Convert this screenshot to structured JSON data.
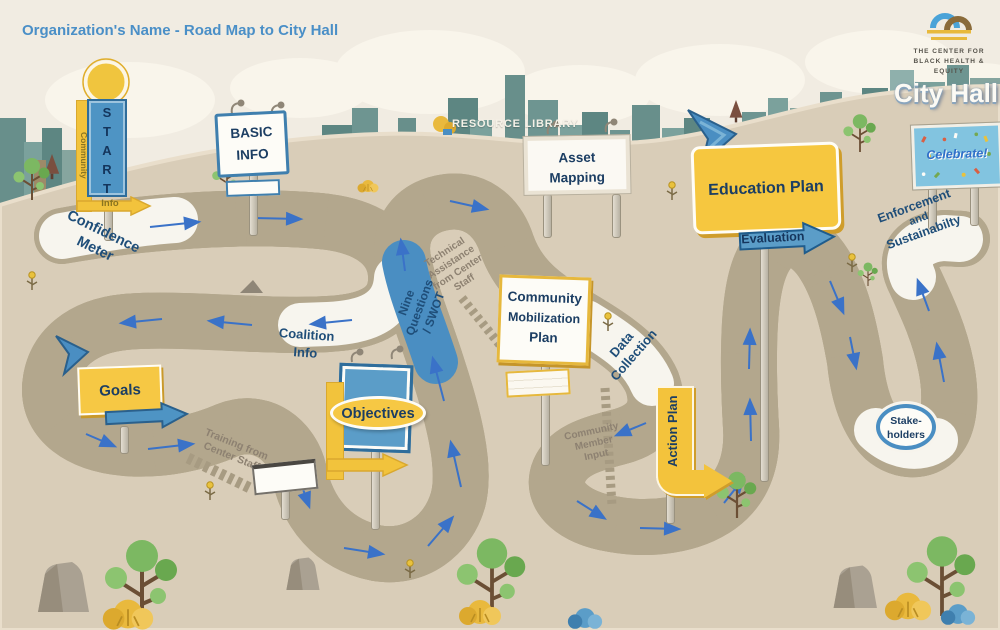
{
  "title": "Organization's Name - Road Map to City Hall",
  "logo": {
    "line1": "THE CENTER FOR",
    "line2": "BLACK HEALTH & EQUITY"
  },
  "scene": {
    "city_hall": "City Hall",
    "resource_library": "RESOURCE LIBRARY",
    "celebrate": "Celebrate!"
  },
  "signs": {
    "start": {
      "label": "START",
      "community": "Community",
      "info": "Info"
    },
    "confidence_meter": {
      "line1": "Confidence",
      "line2": "Meter"
    },
    "basic_info": {
      "line1": "BASIC",
      "line2": "INFO"
    },
    "coalition_info": {
      "line1": "Coalition",
      "line2": "Info"
    },
    "goals": {
      "label": "Goals"
    },
    "objectives": {
      "label": "Objectives"
    },
    "nine_questions": {
      "line1": "Nine",
      "line2": "Questions",
      "line3": "/ SWOT"
    },
    "community_mobilization": {
      "line1": "Community",
      "line2": "Mobilization",
      "line3": "Plan"
    },
    "asset_mapping": {
      "line1": "Asset",
      "line2": "Mapping"
    },
    "data_collection": {
      "line1": "Data",
      "line2": "Collection"
    },
    "action_plan": {
      "label": "Action Plan"
    },
    "education_plan": {
      "label": "Education Plan"
    },
    "evaluation": {
      "label": "Evaluation"
    },
    "stakeholders": {
      "line1": "Stake-",
      "line2": "holders"
    },
    "enforcement": {
      "line1": "Enforcement",
      "line2": "and",
      "line3": "Sustainabilty"
    }
  },
  "side_paths": {
    "technical_assistance": {
      "line1": "Technical",
      "line2": "Assistance",
      "line3": "from Center",
      "line4": "Staff"
    },
    "training": {
      "line1": "Training from",
      "line2": "Center Staff"
    },
    "community_member_input": {
      "line1": "Community",
      "line2": "Member",
      "line3": "Input"
    }
  },
  "colors": {
    "title_blue": "#4a8fc7",
    "road_blue": "#4a8ec2",
    "road_green": "#74a851",
    "road_white": "#f7f5ee",
    "road_casing": "#b3a78d",
    "sign_yellow": "#f6c844",
    "sign_blue": "#4e94c4",
    "navy_text": "#1c3e63",
    "ground_tan": "#d9cdb8",
    "skyline_teal": "#6e9591"
  }
}
